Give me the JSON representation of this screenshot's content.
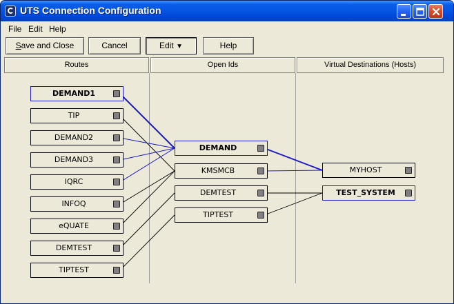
{
  "window": {
    "title": "UTS Connection Configuration"
  },
  "menu": {
    "items": [
      "File",
      "Edit",
      "Help"
    ]
  },
  "toolbar": {
    "save_close_mnemonic": "S",
    "save_close_rest": "ave and Close",
    "cancel": "Cancel",
    "edit": "Edit",
    "edit_arrow": "▼",
    "help": "Help"
  },
  "columns": [
    "Routes",
    "Open Ids",
    "Virtual Destinations (Hosts)"
  ],
  "routes": [
    "DEMAND1",
    "TIP",
    "DEMAND2",
    "DEMAND3",
    "IQRC",
    "INFOQ",
    "eQUATE",
    "DEMTEST",
    "TIPTEST"
  ],
  "open_ids": [
    "DEMAND",
    "KMSMCB",
    "DEMTEST",
    "TIPTEST"
  ],
  "hosts": [
    "MYHOST",
    "TEST_SYSTEM"
  ],
  "selected": {
    "route": "DEMAND1",
    "open_id": "DEMAND",
    "host": "TEST_SYSTEM"
  },
  "connections": {
    "route_to_open_id": [
      {
        "from": "DEMAND1",
        "to": "DEMAND",
        "highlight": true
      },
      {
        "from": "TIP",
        "to": "KMSMCB",
        "highlight": false
      },
      {
        "from": "DEMAND2",
        "to": "DEMAND",
        "highlight": true
      },
      {
        "from": "DEMAND3",
        "to": "DEMAND",
        "highlight": true
      },
      {
        "from": "IQRC",
        "to": "DEMAND",
        "highlight": true
      },
      {
        "from": "INFOQ",
        "to": "KMSMCB",
        "highlight": false
      },
      {
        "from": "eQUATE",
        "to": "KMSMCB",
        "highlight": false
      },
      {
        "from": "DEMTEST",
        "to": "DEMTEST",
        "highlight": false
      },
      {
        "from": "TIPTEST",
        "to": "TIPTEST",
        "highlight": false
      }
    ],
    "open_id_to_host": [
      {
        "from": "DEMAND",
        "to": "MYHOST",
        "highlight": true
      },
      {
        "from": "KMSMCB",
        "to": "MYHOST",
        "highlight": true
      },
      {
        "from": "DEMTEST",
        "to": "TEST_SYSTEM",
        "highlight": false
      },
      {
        "from": "TIPTEST",
        "to": "TEST_SYSTEM",
        "highlight": false
      }
    ]
  },
  "colors": {
    "highlight_wire": "#1a1acc",
    "normal_wire": "#000000",
    "title_bar": "#0554e3",
    "window_bg": "#ece9d8"
  }
}
